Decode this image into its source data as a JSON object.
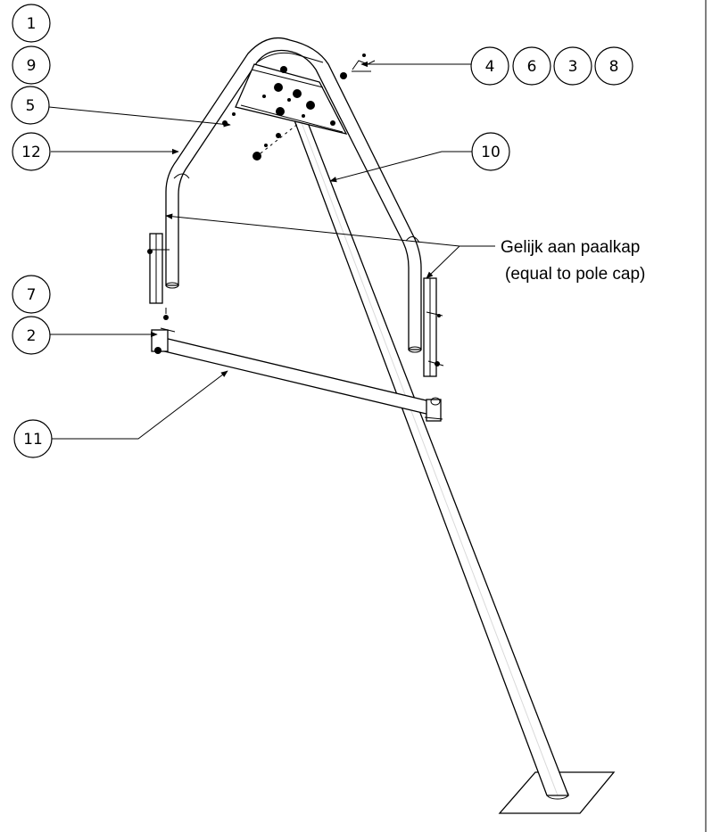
{
  "balloons": {
    "b1": "1",
    "b9": "9",
    "b5": "5",
    "b12": "12",
    "b4": "4",
    "b6": "6",
    "b3": "3",
    "b8": "8",
    "b10": "10",
    "b7": "7",
    "b2": "2",
    "b11": "11"
  },
  "note": {
    "line1": "Gelijk aan paalkap",
    "line2": "(equal to pole cap)"
  },
  "colors": {
    "line": "#000000",
    "background": "#ffffff"
  }
}
